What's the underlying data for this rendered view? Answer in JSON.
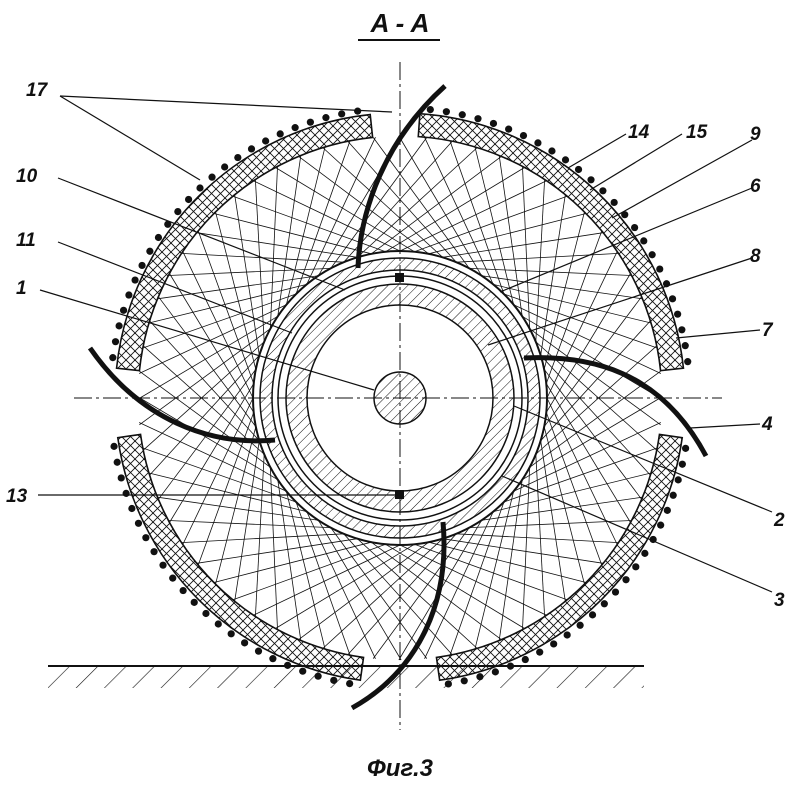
{
  "title": "A - A",
  "caption": "Фиг.3",
  "callouts": [
    "17",
    "14",
    "15",
    "9",
    "10",
    "6",
    "11",
    "8",
    "1",
    "7",
    "4",
    "13",
    "2",
    "3"
  ],
  "colors": {
    "ink": "#111111",
    "background": "#ffffff"
  }
}
